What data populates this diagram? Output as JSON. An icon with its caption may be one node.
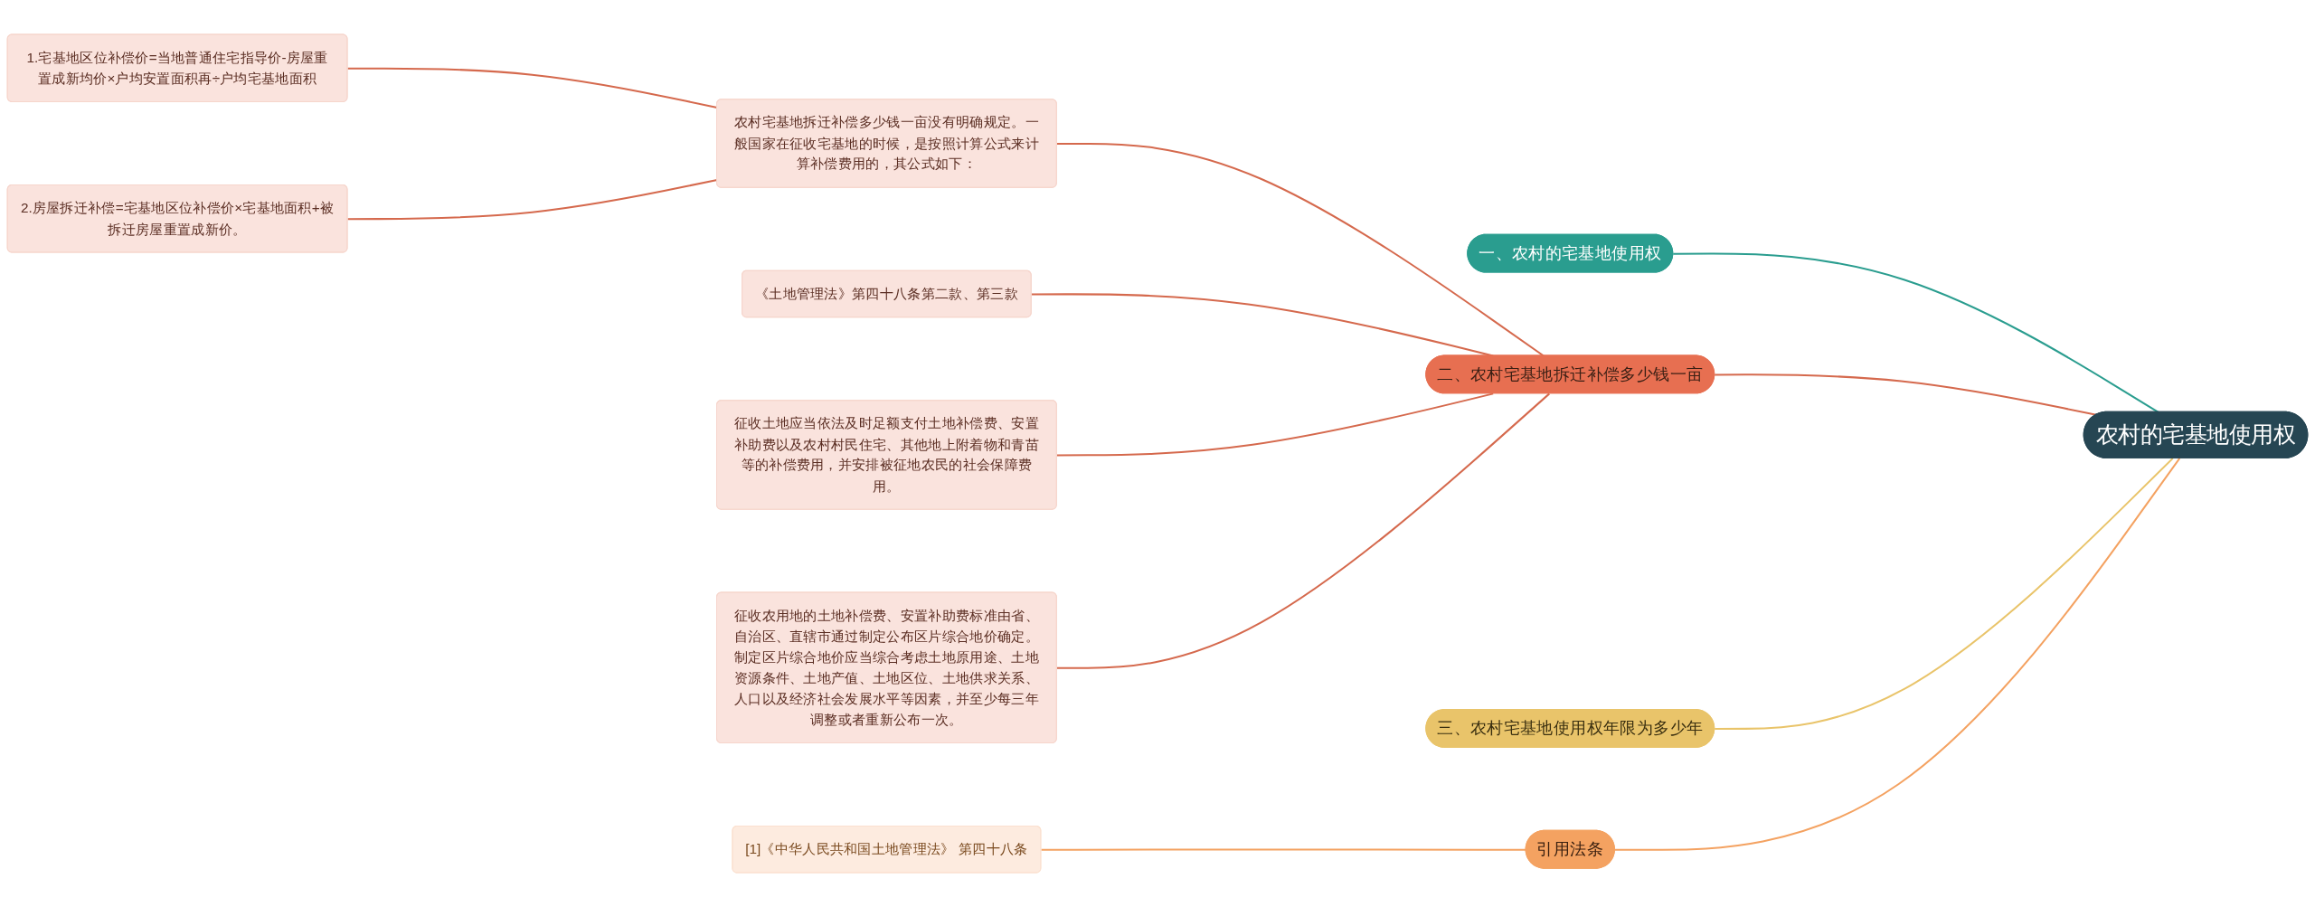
{
  "diagram": {
    "nodes": [
      {
        "text": [
          "农村的宅基地使用权"
        ]
      },
      {
        "text": [
          "一、农村的宅基地使用权"
        ]
      },
      {
        "text": [
          "二、农村宅基地拆迁补偿多少钱一亩"
        ]
      },
      {
        "text": [
          "农村宅基地拆迁补偿多少钱一亩没有明确规定。一般国家在征收宅基地的时候，是按照计算公式来计算补偿费用的，其公式如下："
        ]
      },
      {
        "text": [
          "1.宅基地区位补偿价=当地普通住宅指导价-房屋重置成新均价×户均安置面积再÷户均宅基地面积"
        ]
      },
      {
        "text": [
          "2.房屋拆迁补偿=宅基地区位补偿价×宅基地面积+被拆迁房屋重置成新价。"
        ]
      },
      {
        "text": [
          "《土地管理法》第四十八条第二款、第三款"
        ]
      },
      {
        "text": [
          "征收土地应当依法及时足额支付土地补偿费、安置补助费以及农村村民住宅、其他地上附着物和青苗等的补偿费用，并安排被征地农民的社会保障费用。"
        ]
      },
      {
        "text": [
          "征收农用地的土地补偿费、安置补助费标准由省、自治区、直辖市通过制定公布区片综合地价确定。制定区片综合地价应当综合考虑土地原用途、土地资源条件、土地产值、土地区位、土地供求关系、人口以及经济社会发展水平等因素，并至少每三年调整或者重新公布一次。"
        ]
      },
      {
        "text": [
          "三、农村宅基地使用权年限为多少年"
        ]
      },
      {
        "text": [
          "引用法条"
        ]
      },
      {
        "text": [
          "[1]《中华人民共和国土地管理法》 第四十八条"
        ]
      }
    ],
    "edges": [
      {
        "from": 0,
        "to": 1,
        "arrow": "none",
        "color": "#2a9d8f"
      },
      {
        "from": 0,
        "to": 2,
        "arrow": "none"
      },
      {
        "from": 2,
        "to": 3,
        "arrow": "none"
      },
      {
        "from": 3,
        "to": 4,
        "arrow": "none"
      },
      {
        "from": 3,
        "to": 5,
        "arrow": "none"
      },
      {
        "from": 2,
        "to": 6,
        "arrow": "none"
      },
      {
        "from": 2,
        "to": 7,
        "arrow": "none"
      },
      {
        "from": 2,
        "to": 8,
        "arrow": "none"
      },
      {
        "from": 0,
        "to": 9,
        "arrow": "none",
        "color": "#e9c46a"
      },
      {
        "from": 0,
        "to": 10,
        "arrow": "none",
        "color": "#f4a261"
      },
      {
        "from": 10,
        "to": 11,
        "arrow": "none",
        "color": "#f4a261"
      }
    ]
  }
}
